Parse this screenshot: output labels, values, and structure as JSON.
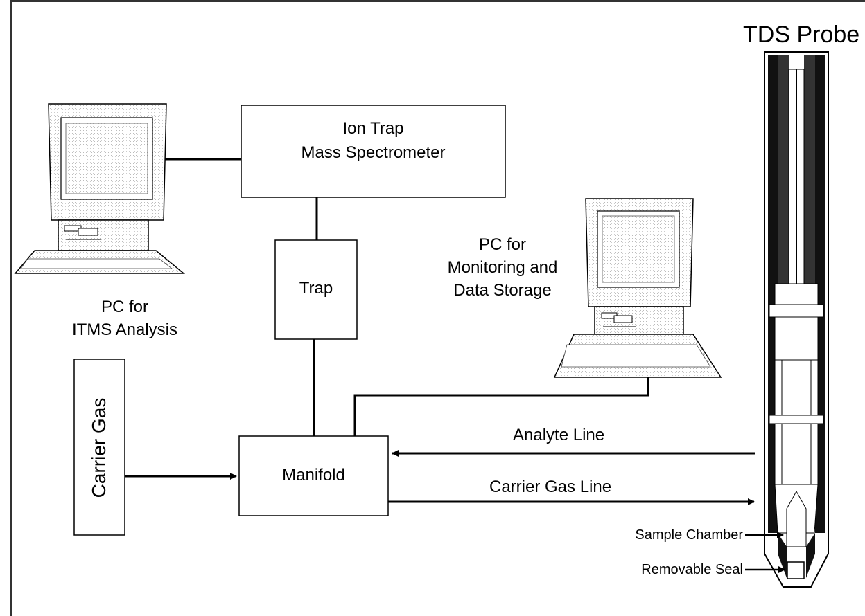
{
  "title": "TDS Probe",
  "nodes": {
    "ion_trap": [
      "Ion Trap",
      "Mass Spectrometer"
    ],
    "trap": "Trap",
    "manifold": "Manifold",
    "carrier_gas": "Carrier Gas"
  },
  "pc_itms": [
    "PC for",
    "ITMS Analysis"
  ],
  "pc_monitor": [
    "PC for",
    "Monitoring and",
    "Data Storage"
  ],
  "lines": {
    "analyte": "Analyte Line",
    "carrier_gas": "Carrier Gas Line"
  },
  "probe_labels": {
    "sample_chamber": "Sample Chamber",
    "removable_seal": "Removable Seal"
  }
}
